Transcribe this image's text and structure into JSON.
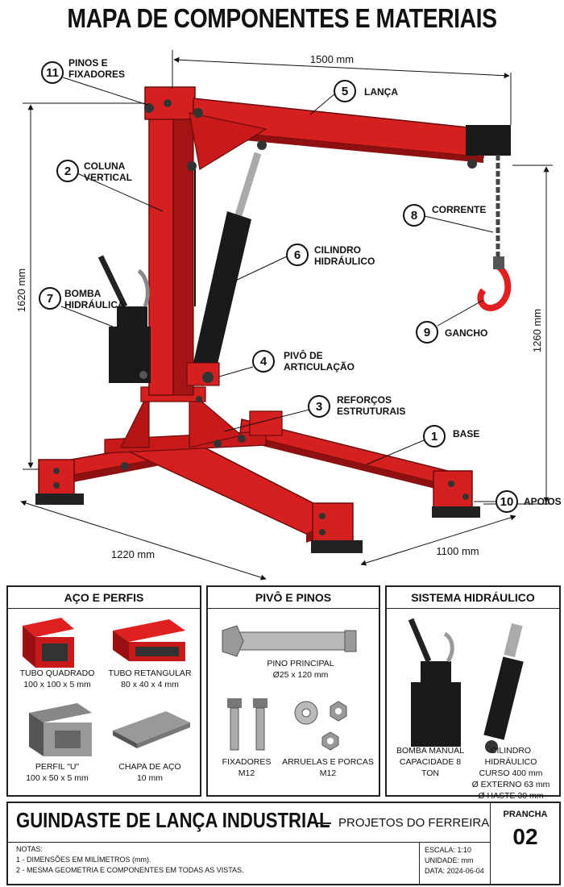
{
  "title": "MAPA DE COMPONENTES E MATERIAIS",
  "dimensions": {
    "boom_length": "1500 mm",
    "column_height": "1620 mm",
    "hook_height": "1260 mm",
    "base_length": "1220 mm",
    "base_width": "1100 mm"
  },
  "components": [
    {
      "number": "1",
      "label": "BASE"
    },
    {
      "number": "2",
      "label": "COLUNA\nVERTICAL"
    },
    {
      "number": "3",
      "label": "REFORÇOS\nESTRUTURAIS"
    },
    {
      "number": "4",
      "label": "PIVÔ DE\nARTICULAÇÃO"
    },
    {
      "number": "5",
      "label": "LANÇA"
    },
    {
      "number": "6",
      "label": "CILINDRO\nHIDRÁULICO"
    },
    {
      "number": "7",
      "label": "BOMBA\nHIDRÁULICA"
    },
    {
      "number": "8",
      "label": "CORRENTE"
    },
    {
      "number": "9",
      "label": "GANCHO"
    },
    {
      "number": "10",
      "label": "APOIOS"
    },
    {
      "number": "11",
      "label": "PINOS E\nFIXADORES"
    }
  ],
  "panels": {
    "steel": {
      "title": "AÇO E PERFIS",
      "items": [
        "TUBO QUADRADO\n100 x 100 x 5 mm",
        "TUBO RETANGULAR\n80 x 40 x 4 mm",
        "PERFIL \"U\"\n100 x 50 x 5 mm",
        "CHAPA DE AÇO\n10 mm"
      ]
    },
    "pins": {
      "title": "PIVÔ E PINOS",
      "items": [
        "PINO PRINCIPAL\nØ25 x 120 mm",
        "FIXADORES\nM12",
        "ARRUELAS E PORCAS\nM12"
      ]
    },
    "hydraulic": {
      "title": "SISTEMA HIDRÁULICO",
      "items": [
        "BOMBA MANUAL\nCAPACIDADE 8 TON",
        "CILINDRO HIDRÁULICO\nCURSO 400 mm\nØ EXTERNO 63 mm\nØ HASTE 30 mm"
      ]
    }
  },
  "title_block": {
    "name": "GUINDASTE DE LANÇA INDUSTRIAL",
    "author": "PROJETOS DO FERREIRA",
    "sheet_label": "PRANCHA",
    "sheet_number": "02",
    "notes_title": "NOTAS:",
    "notes": [
      "1 - DIMENSÕES EM MILÍMETROS (mm).",
      "2 - MESMA GEOMETRIA E COMPONENTES EM TODAS AS VISTAS."
    ],
    "scale": "ESCALA: 1:10",
    "unit": "UNIDADE: mm",
    "date": "DATA:  2024-06-04"
  },
  "colors": {
    "frame_red": "#d61f1f",
    "dark_red": "#8e1010",
    "hydraulic_black": "#1a1a1a",
    "hook_red": "#e02020"
  }
}
